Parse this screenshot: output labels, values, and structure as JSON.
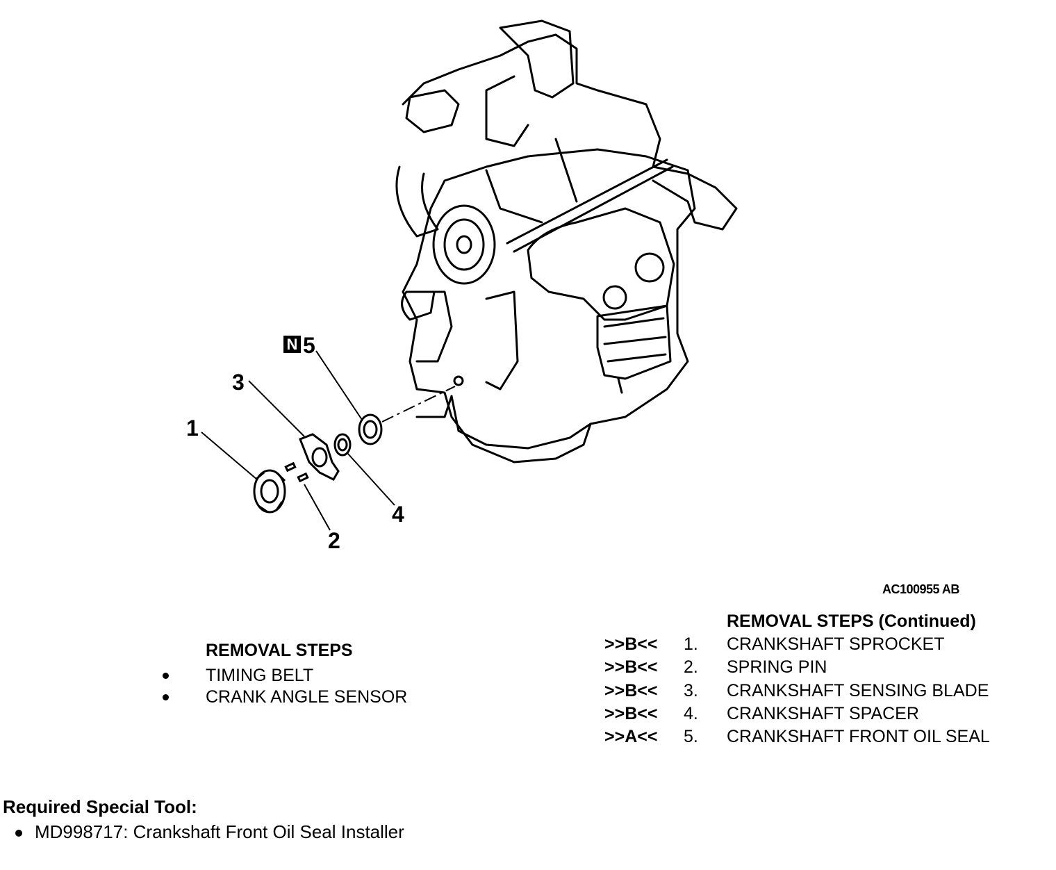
{
  "figure_id": "AC100955 AB",
  "callouts": {
    "n_marker": "N",
    "c1": "1",
    "c2": "2",
    "c3": "3",
    "c4": "4",
    "c5": "5"
  },
  "removal_steps": {
    "heading": "REMOVAL STEPS",
    "items": [
      "TIMING BELT",
      "CRANK ANGLE SENSOR"
    ]
  },
  "removal_steps_continued": {
    "heading": "REMOVAL STEPS (Continued)",
    "items": [
      {
        "code": ">>B<<",
        "num": "1.",
        "name": "CRANKSHAFT SPROCKET"
      },
      {
        "code": ">>B<<",
        "num": "2.",
        "name": "SPRING PIN"
      },
      {
        "code": ">>B<<",
        "num": "3.",
        "name": "CRANKSHAFT SENSING BLADE"
      },
      {
        "code": ">>B<<",
        "num": "4.",
        "name": "CRANKSHAFT SPACER"
      },
      {
        "code": ">>A<<",
        "num": "5.",
        "name": "CRANKSHAFT FRONT OIL SEAL"
      }
    ]
  },
  "special_tool": {
    "heading": "Required Special Tool:",
    "items": [
      "MD998717: Crankshaft Front Oil Seal Installer"
    ]
  }
}
